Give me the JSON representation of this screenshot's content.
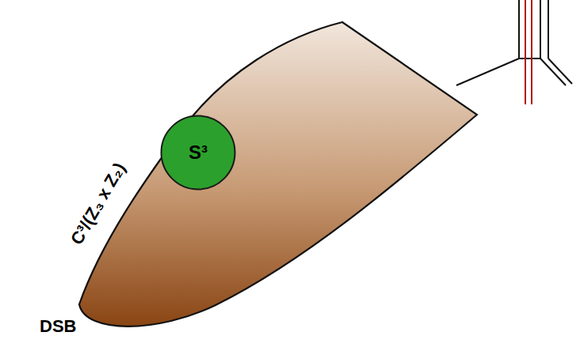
{
  "diagram": {
    "nodes": [
      {
        "text": [
          "S³"
        ]
      }
    ],
    "labels": [
      "C³/(Z₃ x Z₂)",
      "DSB"
    ]
  }
}
